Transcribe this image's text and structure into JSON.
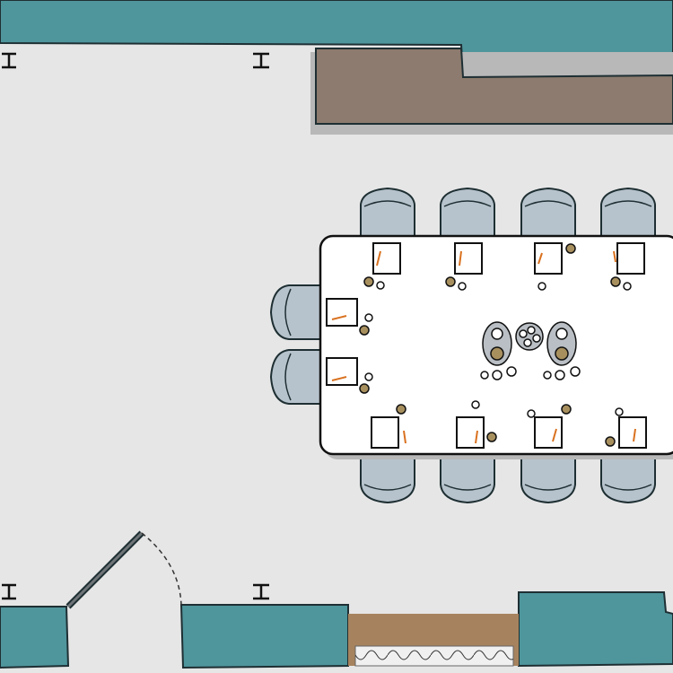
{
  "colors": {
    "floor": "#e6e6e6",
    "wall": "#4f959c",
    "wall_outline": "#1e2f33",
    "cabinet": "#8c7b6e",
    "door_sill": "#a6835e",
    "table": "#ffffff",
    "chair": "#b7c3cc",
    "chair_outline": "#1e2f33",
    "paper": "#ffffff",
    "cup": "#a8905e",
    "platter": "#b9bfc4",
    "shadow": "#b8b8b8"
  },
  "icons": {
    "wall": "wall-segment",
    "column": "i-beam-column",
    "door": "swing-door",
    "radiator": "radiator-icon",
    "chair": "chair-icon",
    "laptop": "laptop-icon",
    "cup": "cup-icon",
    "platter": "platter-icon"
  },
  "room": {
    "type": "meeting-room floor plan",
    "table_seats": 10,
    "chairs_top_row": 4,
    "chairs_bottom_row": 4,
    "chairs_left_end": 2,
    "laptops": 10,
    "serving_platters": 3
  }
}
